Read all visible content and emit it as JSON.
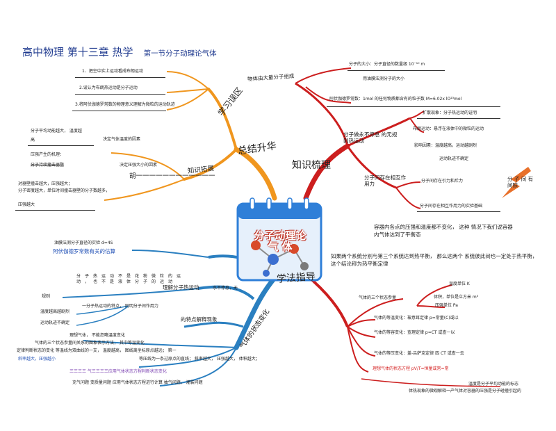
{
  "title": {
    "main": "高中物理  第十三章    热学",
    "sub": "第一节分子动理论气体"
  },
  "center": {
    "title_line1": "分子动理论",
    "title_line2": "气  体"
  },
  "colors": {
    "orange_branch": "#f0961e",
    "red_branch": "#cc1e1e",
    "blue_branch": "#2a7fc0",
    "title_blue": "#1f3a8f",
    "calendar_blue": "#2f7fd8"
  },
  "icons": [
    "calendar-icon",
    "molecule-icon",
    "arrow-icon"
  ],
  "branches": {
    "summary": {
      "label": "总结升华",
      "study_note": {
        "label": "学习误区",
        "items": [
          "1．把空中实上运动看成布朗运动",
          "2.误认为布朗热运动是分子运动",
          "3.将阿伏伽德罗常数的物理意义理解为微粒的运动轨迹"
        ]
      },
      "key_points": {
        "label": "知识拓展",
        "left_items": [
          "分子平均动能越大，  温度越",
          "高",
          "压强产生的机理：",
          "分子持续撞击器壁",
          "对器壁撞击越大，压强越大；",
          "分子密度越大，单位时间撞击器壁的分子数越多，",
          "压强越大"
        ],
        "right_items": [
          "决定气体温度的因素",
          "决定压强大小的因素",
          "胡一一一一一一一一一一一一"
        ]
      }
    },
    "knowledge": {
      "label": "知识梳理",
      "matter": {
        "label": "物体由大量分子组成",
        "items": [
          "分子的大小：分子直径的数量级 10⁻¹⁰ m",
          "用油膜法测分子的大小",
          "阿伏伽德罗常数：1mol 的任何物质都含有的粒子数 M=6.02x lO²³mol"
        ]
      },
      "motion": {
        "label": "分子做永不停息 的无规则热运动",
        "items": [
          "扩散现象：分子热运动的证明",
          "布朗运动：悬浮在液体中的微粒的运动",
          "影响因素：温度越高，运动越剧烈",
          "运动轨迹不确定"
        ]
      },
      "force": {
        "label": "分子间存在相互作用力",
        "items": [
          "分子间存在引力和斥力",
          "分子间存在相互作用力的实验基础"
        ],
        "side_label": "分 子 间 有间隙"
      },
      "equilibrium": {
        "paragraph1": "容器内各点的压强和温度都不变化，  这种  情况下我们说容器内气体达到了平衡态",
        "paragraph2": "如果两个系统分别与第三个系统达到热平衡，  那么这两个  系统彼此间也一定处于热平衡，  这个结论称为热平衡定律"
      },
      "state": {
        "label": "气体的三个状态参量",
        "temperature": "温度单位 K",
        "volume": "体积，单位是立方米 m³",
        "pressure": "压强单位 Pa",
        "laws": [
          "气体的等温变化：玻意耳定律 p=常量(C)或以",
          "气体的等容变化：查理定律 p=CT 或查一以",
          "气体的等压变化：盖-吕萨克定律 四 CT 或查一云",
          "理想气体的状态方程 pV/T=恒量或常=常"
        ],
        "micro_title": "温度是分子平均动能的标志",
        "micro_explain": "体热现象的微观解释一产气体对容器的压强是分子碰撞引起的"
      }
    },
    "method": {
      "label": "学法指导",
      "estimate": {
        "line1": "油膜法测分子直径的实验 d=4S",
        "line2": "阿伏伽德罗常数有关的估算"
      },
      "understand": {
        "label": "理解分子热运动",
        "note": "水不停息，无",
        "items": [
          "规则",
          "温度越高越剧烈",
          "运动轨迹不确定",
          "一分子热运动的特点，  阿明分子间作用力"
        ],
        "vertical": "分子热运动不是花粉微粒的运动，也不是液体分子的运动"
      },
      "features": {
        "label": "的特点解释现象"
      },
      "gas_change": {
        "label": "气体的状态变化",
        "items": [
          "理想气体，  不能忽略温度变化",
          "气体的三个状态参量间关系的图象表示方法，  其中等温变化",
          "定律判断状态的变化  等温线为双曲线的一支，  温度越高，  图线离坐标原点越远；  第一",
          "等压线为一条过原点的直线；  斜率越大，  压强越大，  体积越大；",
          "斜率越大，压强越小",
          "三三三三  气三三三三应用气体状态方程判断状态变化",
          "充气问题  变质量问题  应用气体状态方程进行计算  抽气问题，  灌装问题"
        ]
      }
    }
  }
}
